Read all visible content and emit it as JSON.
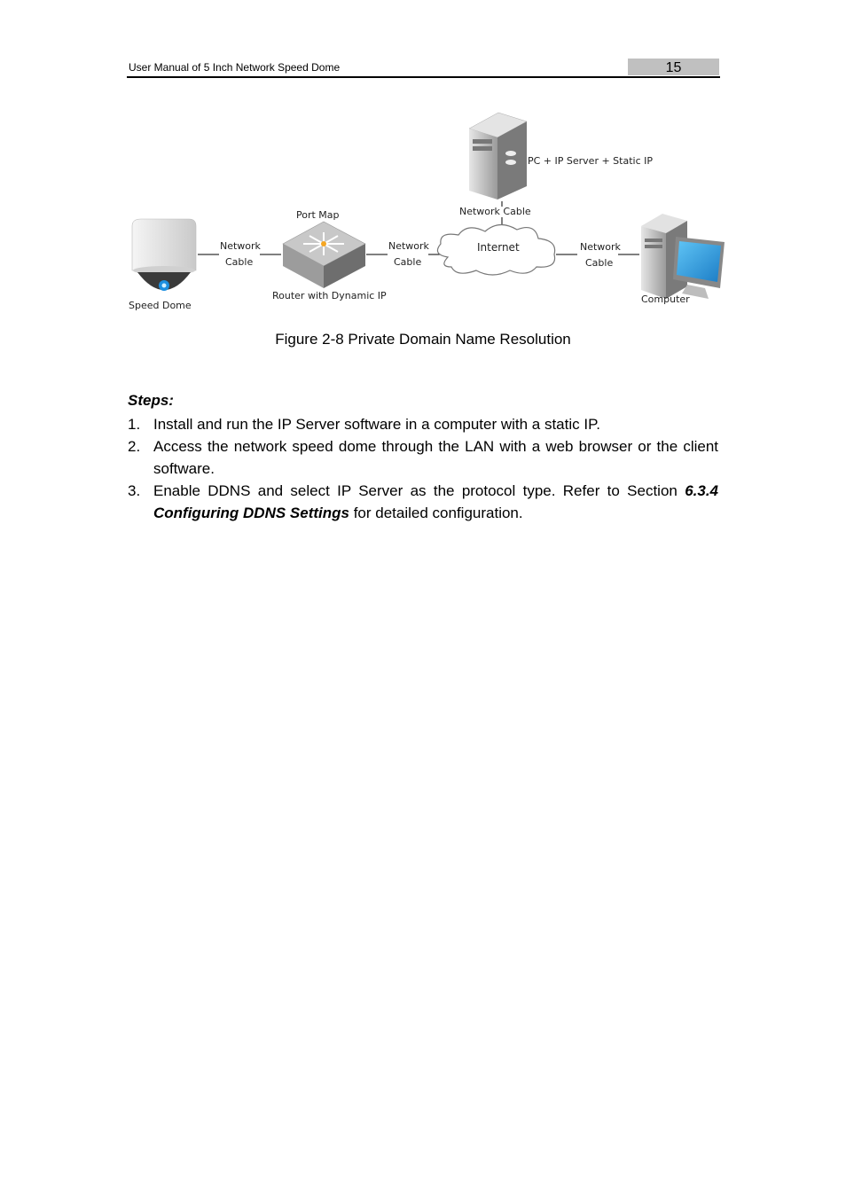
{
  "header": {
    "title": "User Manual of 5 Inch Network Speed Dome",
    "page_number": "15"
  },
  "diagram": {
    "labels": {
      "pc_server": "PC + IP Server + Static IP",
      "network_cable_top": "Network Cable",
      "port_map": "Port Map",
      "router": "Router with Dynamic IP",
      "speed_dome": "Speed Dome",
      "internet": "Internet",
      "computer": "Computer",
      "cable1_line1": "Network",
      "cable1_line2": "Cable",
      "cable2_line1": "Network",
      "cable2_line2": "Cable",
      "cable3_line1": "Network",
      "cable3_line2": "Cable"
    }
  },
  "figure_caption": "Figure 2-8 Private Domain Name Resolution",
  "steps_heading": "Steps:",
  "steps": [
    {
      "num": "1.",
      "text": "Install and run the IP Server software in a computer with a static IP."
    },
    {
      "num": "2.",
      "text": "Access the network speed dome through the LAN with a web browser or the client software."
    },
    {
      "num": "3.",
      "text_before": "Enable DDNS and select IP Server as the protocol type. Refer to Section ",
      "bold": "6.3.4 Configuring DDNS Settings",
      "text_after": " for detailed configuration."
    }
  ]
}
